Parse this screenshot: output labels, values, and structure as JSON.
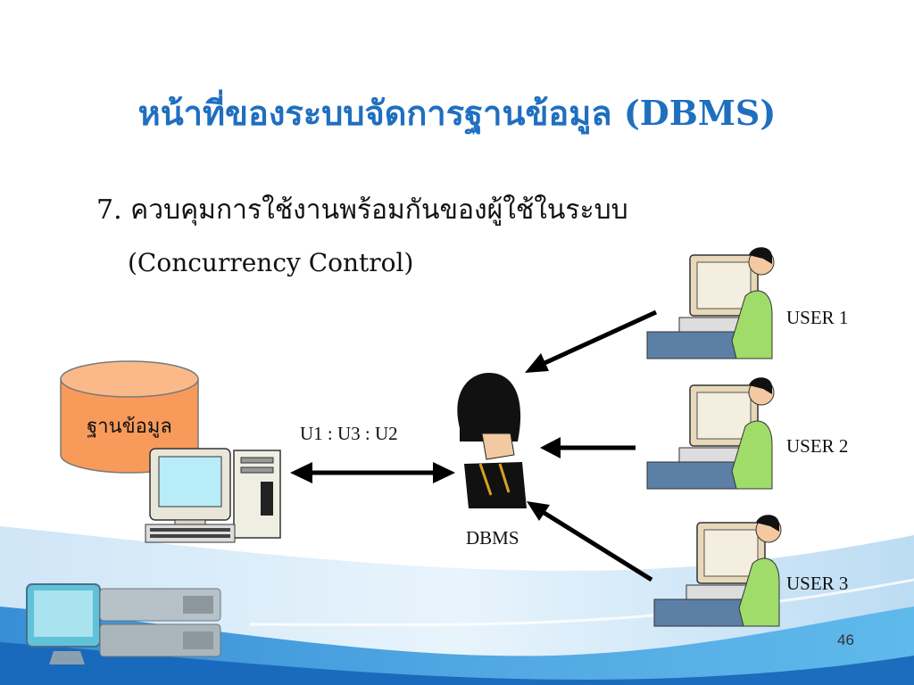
{
  "slide": {
    "title": "หน้าที่ของระบบจัดการฐานข้อมูล (DBMS)",
    "point_line1": "7. ควบคุมการใช้งานพร้อมกันของผู้ใช้ในระบบ",
    "point_line2": "(Concurrency Control)",
    "page_number": "46"
  },
  "diagram": {
    "database_label": "ฐานข้อมูล",
    "schedule_label": "U1 : U3 : U2",
    "dbms_label": "DBMS",
    "users": [
      "USER 1",
      "USER 2",
      "USER 3"
    ]
  },
  "colors": {
    "title": "#1f6fbf",
    "database_fill": "#f79a5a",
    "wave_blue": "#2a8fd6"
  }
}
